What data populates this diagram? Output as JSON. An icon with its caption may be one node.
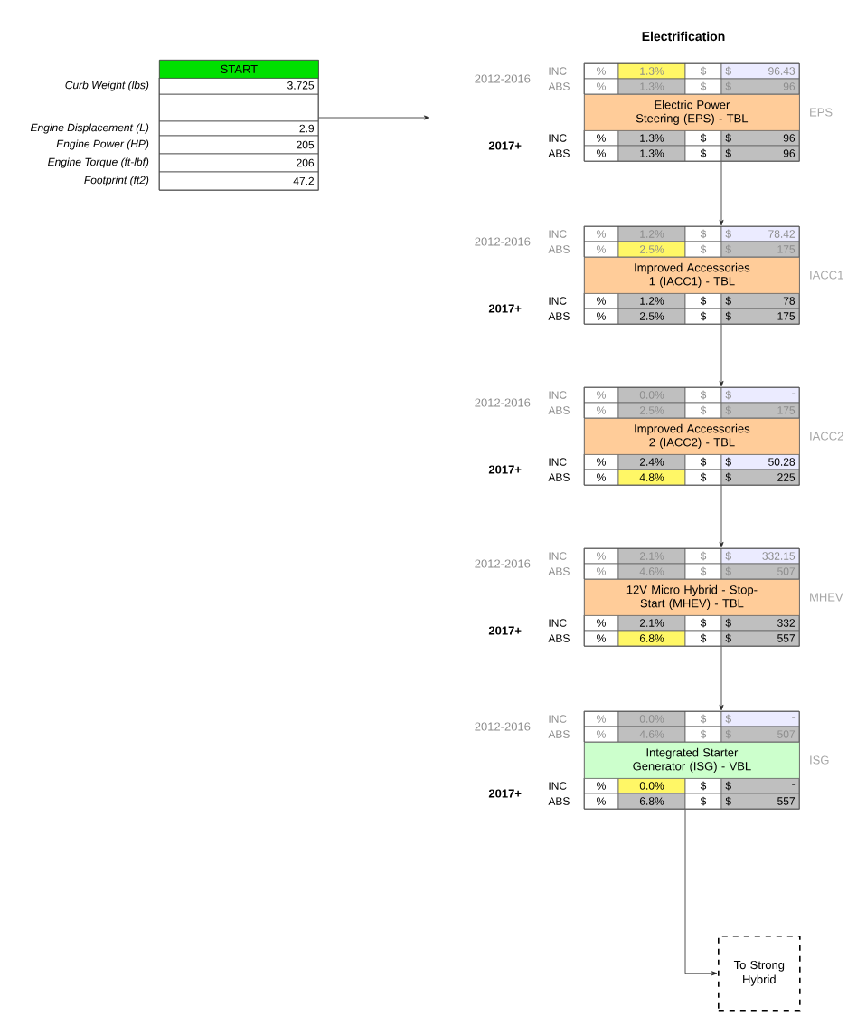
{
  "diagram": {
    "title": "Electrification",
    "nodes": [
      {
        "text": [
          "START"
        ]
      },
      {
        "text": [
          "Electric Power Steering (EPS) - TBL"
        ],
        "beside": [
          "EPS"
        ]
      },
      {
        "text": [
          "Improved Accessories 1 (IACC1) - TBL"
        ],
        "beside": [
          "IACC1"
        ]
      },
      {
        "text": [
          "Improved Accessories 2 (IACC2) - TBL"
        ],
        "beside": [
          "IACC2"
        ]
      },
      {
        "text": [
          "12V Micro Hybrid - Stop-Start (MHEV) - TBL"
        ],
        "beside": [
          "MHEV"
        ]
      },
      {
        "text": [
          "Integrated Starter Generator (ISG) - VBL"
        ],
        "beside": [
          "ISG"
        ]
      },
      {
        "text": [
          "To Strong Hybrid"
        ]
      }
    ],
    "edges": [
      {
        "from": 0,
        "to": null,
        "arrow": "to"
      },
      {
        "from": 1,
        "to": 2,
        "arrow": "to"
      },
      {
        "from": 2,
        "to": 3,
        "arrow": "to"
      },
      {
        "from": 3,
        "to": 4,
        "arrow": "to"
      },
      {
        "from": 4,
        "to": 5,
        "arrow": "to"
      },
      {
        "from": 5,
        "to": 6,
        "arrow": "to"
      }
    ],
    "labels": [
      "Curb Weight (lbs)",
      "3,725",
      "Engine Displacement (L)",
      "2.9",
      "Engine Power (HP)",
      "205",
      "Engine Torque (ft-lbf)",
      "206",
      "Footprint (ft2)",
      "47.2",
      "2012-2016",
      "INC",
      "%",
      "1.3%",
      "$",
      "$",
      "96.43",
      "ABS",
      "%",
      "1.3%",
      "$",
      "$",
      "96",
      "2017+",
      "INC",
      "%",
      "1.3%",
      "$",
      "$",
      "96",
      "ABS",
      "%",
      "1.3%",
      "$",
      "$",
      "96",
      "2012-2016",
      "INC",
      "%",
      "1.2%",
      "$",
      "$",
      "78.42",
      "ABS",
      "%",
      "2.5%",
      "$",
      "$",
      "175",
      "2017+",
      "INC",
      "%",
      "1.2%",
      "$",
      "$",
      "78",
      "ABS",
      "%",
      "2.5%",
      "$",
      "$",
      "175",
      "2012-2016",
      "INC",
      "%",
      "0.0%",
      "$",
      "$",
      "-",
      "ABS",
      "%",
      "2.5%",
      "$",
      "$",
      "175",
      "2017+",
      "INC",
      "%",
      "2.4%",
      "$",
      "$",
      "50.28",
      "ABS",
      "%",
      "4.8%",
      "$",
      "$",
      "225",
      "2012-2016",
      "INC",
      "%",
      "2.1%",
      "$",
      "$",
      "332.15",
      "ABS",
      "%",
      "4.6%",
      "$",
      "$",
      "507",
      "2017+",
      "INC",
      "%",
      "2.1%",
      "$",
      "$",
      "332",
      "ABS",
      "%",
      "6.8%",
      "$",
      "$",
      "557",
      "2012-2016",
      "INC",
      "%",
      "0.0%",
      "$",
      "$",
      "-",
      "ABS",
      "%",
      "4.6%",
      "$",
      "$",
      "507",
      "2017+",
      "INC",
      "%",
      "0.0%",
      "$",
      "$",
      "-",
      "ABS",
      "%",
      "6.8%",
      "$",
      "$",
      "557"
    ]
  }
}
